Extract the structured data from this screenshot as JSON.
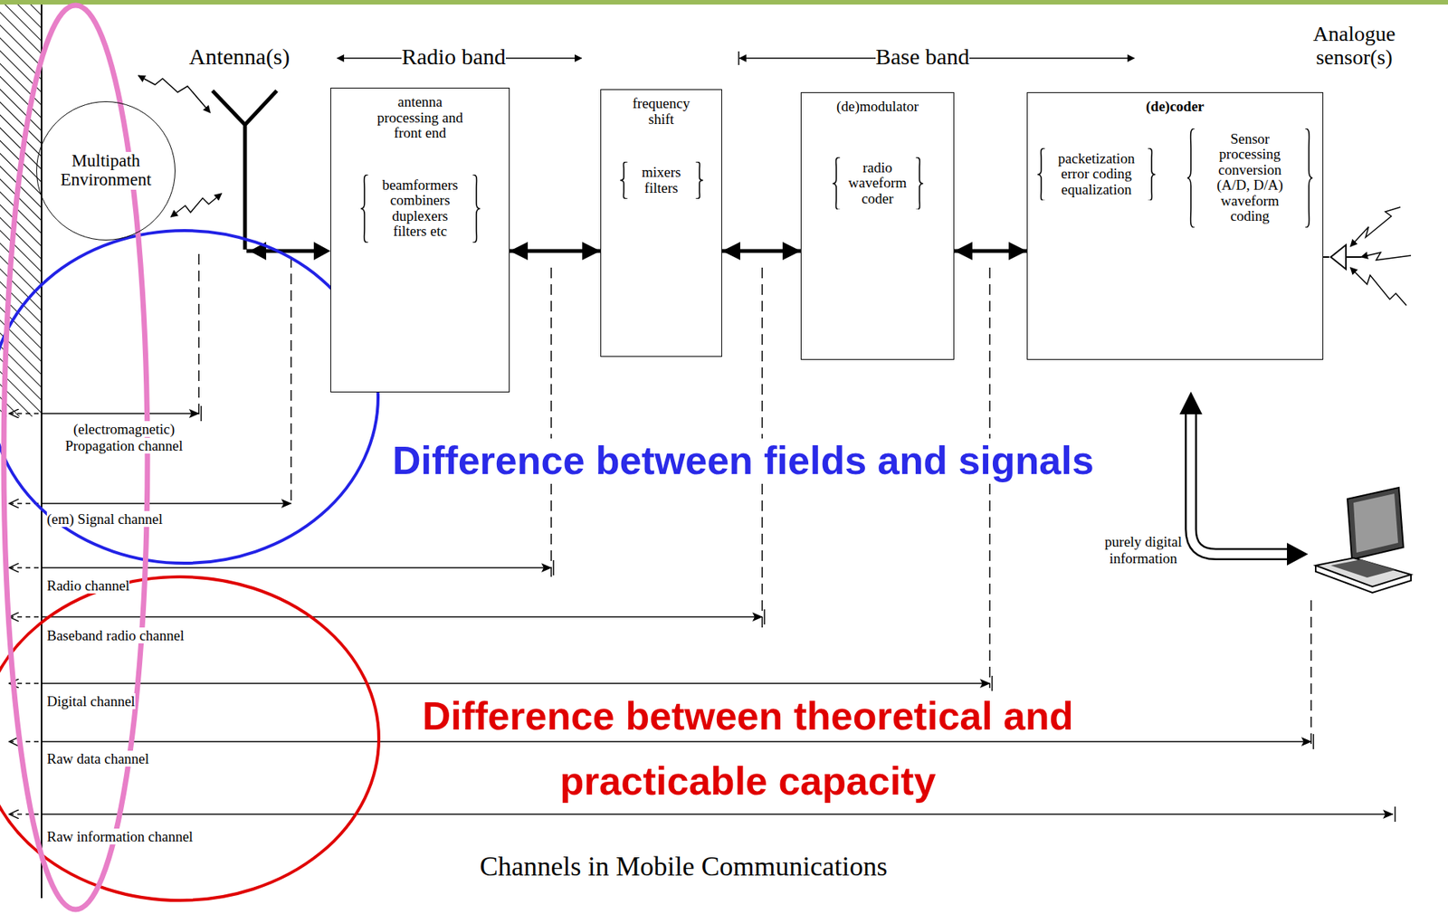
{
  "diagram": {
    "caption": "Channels in Mobile Communications",
    "nodes": [
      {
        "text": [
          "Multipath Environment"
        ]
      },
      {
        "text": [
          "antenna processing and front end",
          "beamformers combiners duplexers filters etc"
        ]
      },
      {
        "text": [
          "frequency shift",
          "mixers filters"
        ]
      },
      {
        "text": [
          "(de)modulator",
          "radio waveform coder"
        ]
      },
      {
        "text": [
          "(de)coder",
          "packetization error coding equalization",
          "Sensor processing conversion (A/D, D/A) waveform coding"
        ]
      }
    ],
    "edges": [
      {
        "from": 1,
        "to": 2,
        "arrow": "both"
      },
      {
        "from": 2,
        "to": 3,
        "arrow": "both"
      },
      {
        "from": 3,
        "to": 4,
        "arrow": "both"
      }
    ],
    "labels": [
      "Antenna(s)",
      "Radio band",
      "Base band",
      "Analogue sensor(s)",
      "(electromagnetic) Propagation channel",
      "(em) Signal channel",
      "Radio channel",
      "Baseband radio channel",
      "Digital channel",
      "Raw data channel",
      "Raw information channel",
      "purely digital information",
      "Difference between fields and signals",
      "Difference between theoretical and practicable capacity"
    ]
  }
}
